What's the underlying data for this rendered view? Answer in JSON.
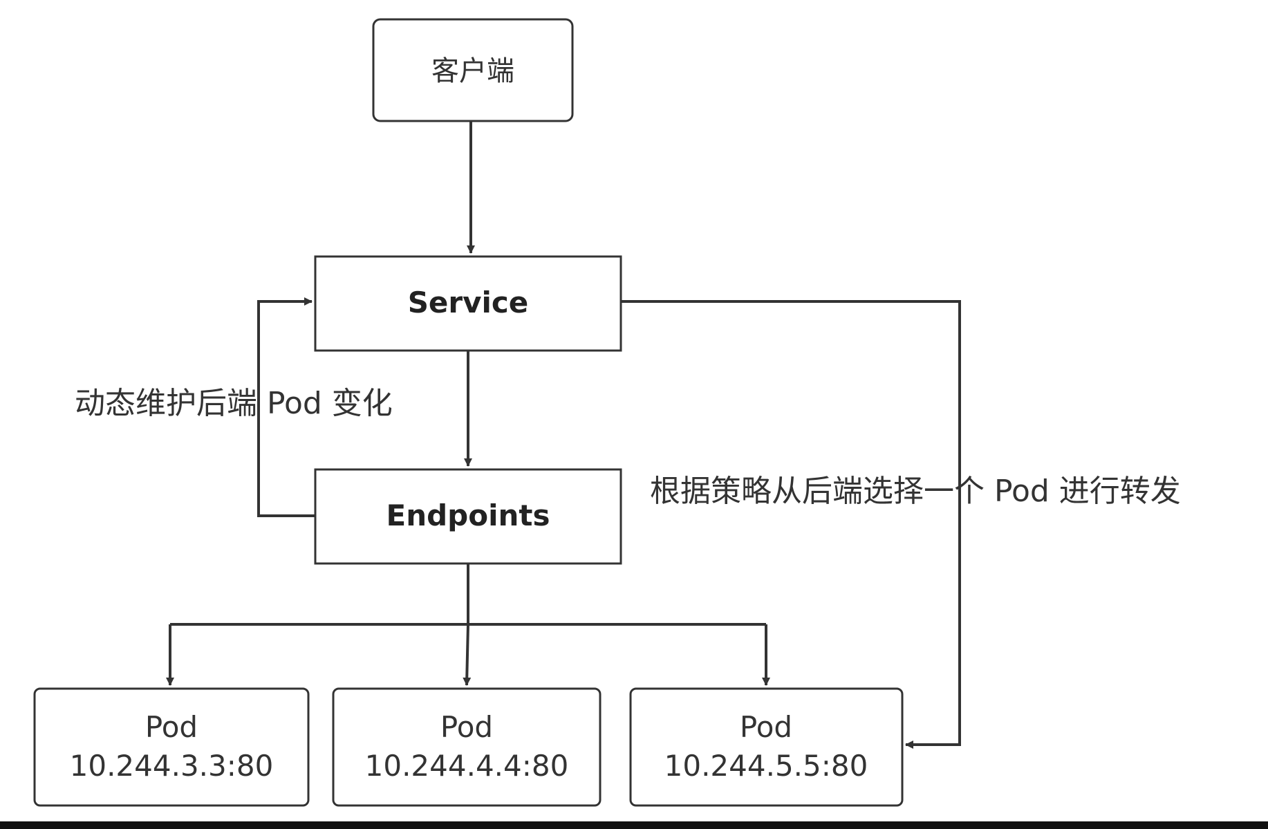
{
  "colors": {
    "background": "#ffffff",
    "stroke": "#333333",
    "text": "#333333",
    "bottom_bar": "#111111"
  },
  "nodes": {
    "client": {
      "label": "客户端"
    },
    "service": {
      "label": "Service"
    },
    "endpoints": {
      "label": "Endpoints"
    },
    "pods": [
      {
        "name": "Pod",
        "address": "10.244.3.3:80"
      },
      {
        "name": "Pod",
        "address": "10.244.4.4:80"
      },
      {
        "name": "Pod",
        "address": "10.244.5.5:80"
      }
    ]
  },
  "edges": {
    "endpoints_to_service_label": "动态维护后端 Pod 变化",
    "service_to_pod_label": "根据策略从后端选择一个 Pod 进行转发"
  }
}
